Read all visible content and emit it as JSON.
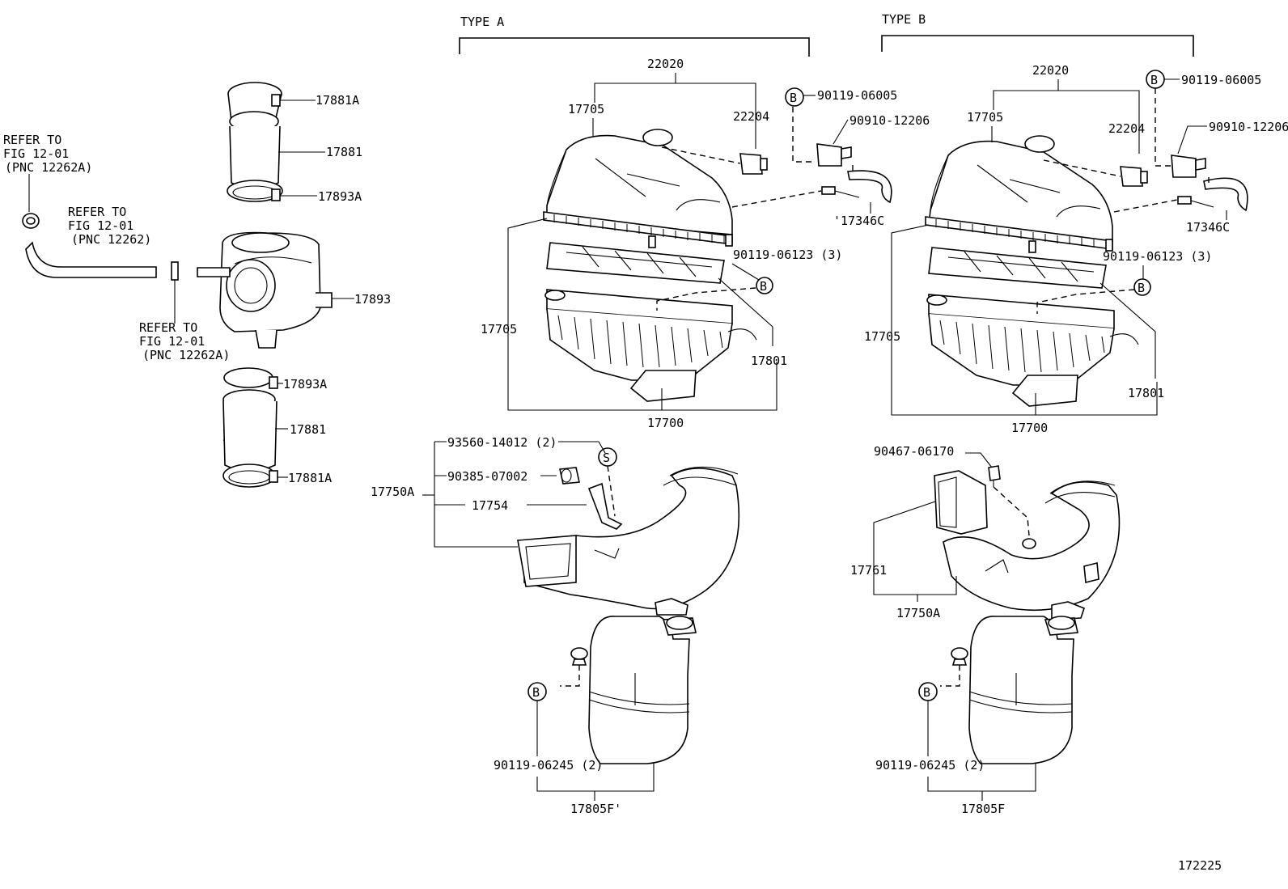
{
  "labels": {
    "type_a": "TYPE A",
    "type_b": "TYPE B",
    "refer_1_l1": "REFER TO",
    "refer_1_l2": "FIG 12-01",
    "refer_1_l3": "(PNC 12262A)",
    "refer_2_l1": "REFER TO",
    "refer_2_l2": "FIG 12-01",
    "refer_2_l3": "(PNC 12262)",
    "refer_3_l1": "REFER TO",
    "refer_3_l2": "FIG 12-01",
    "refer_3_l3": "(PNC 12262A)",
    "p17881A": "17881A",
    "p17881": "17881",
    "p17893A": "17893A",
    "p17893": "17893",
    "p17893A_b": "17893A",
    "p17881_b": "17881",
    "p17881A_b": "17881A",
    "a_22020": "22020",
    "a_17705_top": "17705",
    "a_22204": "22204",
    "a_B_top": "B",
    "a_90119_06005": "90119-06005",
    "a_90910_12206": "90910-12206",
    "a_17346C": "'17346C",
    "a_90119_06123": "90119-06123 (3)",
    "a_B_mid": "B",
    "a_17705_left": "17705",
    "a_17801": "17801",
    "a_17700": "17700",
    "a_93560_14012": "93560-14012 (2)",
    "a_S": "S",
    "a_90385_07002": "90385-07002",
    "a_17750A": "17750A",
    "a_17754": "17754",
    "a_B_low": "B",
    "a_90119_06245": "90119-06245 (2)",
    "a_17805F": "17805F'",
    "b_22020": "22020",
    "b_17705_top": "17705",
    "b_B_top": "B",
    "b_90119_06005": "90119-06005",
    "b_22204": "22204",
    "b_90910_12206": "90910-12206",
    "b_17346C": "17346C",
    "b_90119_06123": "90119-06123 (3)",
    "b_B_mid": "B",
    "b_17705_left": "17705",
    "b_17801": "17801",
    "b_17700": "17700",
    "b_90467_06170": "90467-06170",
    "b_17761": "17761",
    "b_17750A": "17750A",
    "b_B_low": "B",
    "b_90119_06245": "90119-06245 (2)",
    "b_17805F": "17805F",
    "fig_number": "172225"
  }
}
